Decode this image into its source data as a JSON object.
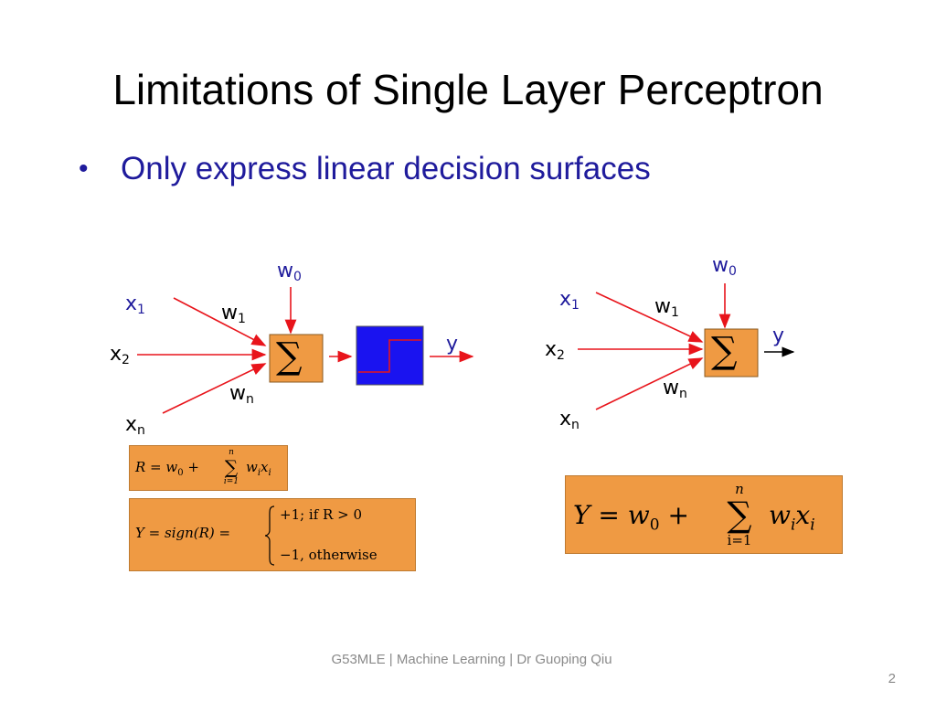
{
  "slide": {
    "title": "Limitations of Single Layer Perceptron",
    "bullet": "Only express linear decision surfaces",
    "footer": "G53MLE |  Machine Learning | Dr Guoping Qiu",
    "page_number": "2"
  },
  "diagram_left": {
    "inputs": [
      {
        "name": "x",
        "sub": "1"
      },
      {
        "name": "x",
        "sub": "2"
      },
      {
        "name": "x",
        "sub": "n"
      }
    ],
    "weights": [
      {
        "name": "w",
        "sub": "0"
      },
      {
        "name": "w",
        "sub": "1"
      },
      {
        "name": "w",
        "sub": "n"
      }
    ],
    "sum_symbol": "∑",
    "output": "y"
  },
  "diagram_right": {
    "inputs": [
      {
        "name": "x",
        "sub": "1"
      },
      {
        "name": "x",
        "sub": "2"
      },
      {
        "name": "x",
        "sub": "n"
      }
    ],
    "weights": [
      {
        "name": "w",
        "sub": "0"
      },
      {
        "name": "w",
        "sub": "1"
      },
      {
        "name": "w",
        "sub": "n"
      }
    ],
    "sum_symbol": "∑",
    "output": "y"
  },
  "equations": {
    "r_lhs": "R = w",
    "r_sub0": "0",
    "r_plus": " + ",
    "r_sum": "∑",
    "r_top": "n",
    "r_bottom": "i=1",
    "r_terms": "w",
    "r_sub_i": "i",
    "r_x": "x",
    "r_sub_i2": "i",
    "y_lhs": "Y = sign(R) =",
    "y_case1": "+1;  if   R > 0",
    "y_case2": "−1,  otherwise",
    "y2_lhs": "Y = w",
    "y2_sub0": "0",
    "y2_plus": " + ",
    "y2_sum": "∑",
    "y2_top": "n",
    "y2_bottom": "i=1",
    "y2_w": "w",
    "y2_sub_i": "i",
    "y2_x": "x",
    "y2_sub_i2": "i"
  },
  "colors": {
    "accent_blue": "#1f1b9c",
    "arrow_red": "#e8141b",
    "sum_box": "#ef9a43",
    "step_box": "#1a13f0",
    "footer_gray": "#8a8a8a"
  }
}
